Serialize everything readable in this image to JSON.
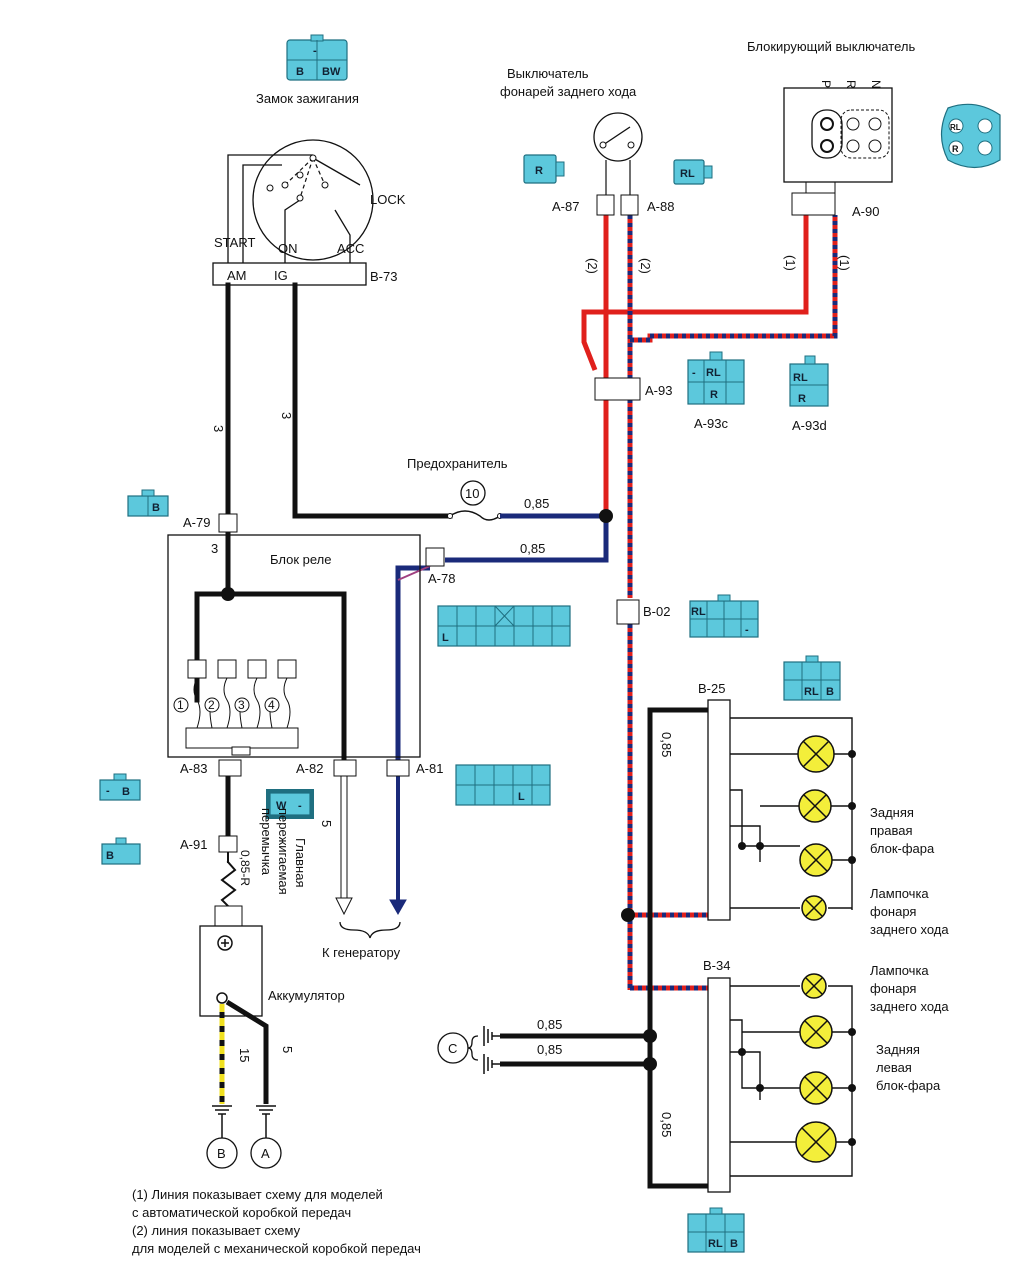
{
  "colors": {
    "black_wire": "#111111",
    "red_wire": "#e0201c",
    "blue_wire": "#1a2a7a",
    "yellow_wire": "#f0e020",
    "lamp_fill": "#f3ee3a",
    "connector_cyan": "#5cc8dc"
  },
  "labels": {
    "ignition_switch": "Замок зажигания",
    "reverse_switch_l1": "Выключатель",
    "reverse_switch_l2": "фонарей заднего хода",
    "inhibitor_switch": "Блокирующий выключатель",
    "lock": "LOCK",
    "start": "START",
    "on": "ON",
    "acc": "ACC",
    "am": "AM",
    "ig": "IG",
    "fuse": "Предохранитель",
    "fuse_num": "10",
    "relay_block": "Блок реле",
    "fusible_l1": "Главная",
    "fusible_l2": "пережигаемая",
    "fusible_l3": "перемычка",
    "to_generator": "К генератору",
    "battery": "Аккумулятор",
    "rear_right_l1": "Задняя",
    "rear_right_l2": "правая",
    "rear_right_l3": "блок-фара",
    "rev_lamp_l1": "Лампочка",
    "rev_lamp_l2": "фонаря",
    "rev_lamp_l3": "заднего хода",
    "rear_left_l1": "Задняя",
    "rear_left_l2": "левая",
    "rear_left_l3": "блок-фара",
    "ground_c": "C",
    "ground_b": "B",
    "ground_a": "A",
    "relay_1": "1",
    "relay_2": "2",
    "relay_3": "3",
    "relay_4": "4",
    "shift_p": "P",
    "shift_r": "R",
    "shift_n": "N"
  },
  "connectors": {
    "b73": "B-73",
    "a87": "A-87",
    "a88": "A-88",
    "a90": "A-90",
    "a93": "A-93",
    "a93c": "A-93c",
    "a93d": "A-93d",
    "a79": "A-79",
    "a78": "A-78",
    "a83": "A-83",
    "a82": "A-82",
    "a81": "A-81",
    "a91": "A-91",
    "b02": "B-02",
    "b25": "B-25",
    "b34": "B-34"
  },
  "wire_labels": {
    "w3a": "3",
    "w3b": "3",
    "w3c": "3",
    "w2a": "(2)",
    "w2b": "(2)",
    "w1a": "(1)",
    "w1b": "(1)",
    "w085_fuse": "0,85",
    "w085_relay": "0,85",
    "w085_b25": "0,85",
    "w085_c1": "0,85",
    "w085_c2": "0,85",
    "w085_b34": "0,85",
    "w085r": "0,85-R",
    "w5_gen": "5",
    "w15": "15",
    "w5_bat": "5"
  },
  "connector_icons": {
    "ign": [
      "-",
      "B",
      "BW"
    ],
    "a87": "R",
    "a88": "RL",
    "a93c": [
      "-",
      "RL",
      "R"
    ],
    "a93d": [
      "RL",
      "R"
    ],
    "a79": "B",
    "a78": "L",
    "a83": [
      "-",
      "B"
    ],
    "a82": [
      "W",
      "-"
    ],
    "a91": "B",
    "a81": "L",
    "b02": [
      "RL",
      "-"
    ],
    "b25": [
      "RL",
      "B"
    ],
    "b34": [
      "RL",
      "B"
    ],
    "a90_pins": [
      "RL",
      "R"
    ]
  },
  "notes": {
    "n1": "(1) Линия показывает схему для моделей",
    "n2": "с автоматической коробкой передач",
    "n3": "(2) линия  показывает схему",
    "n4": "для моделей с механической коробкой передач"
  }
}
